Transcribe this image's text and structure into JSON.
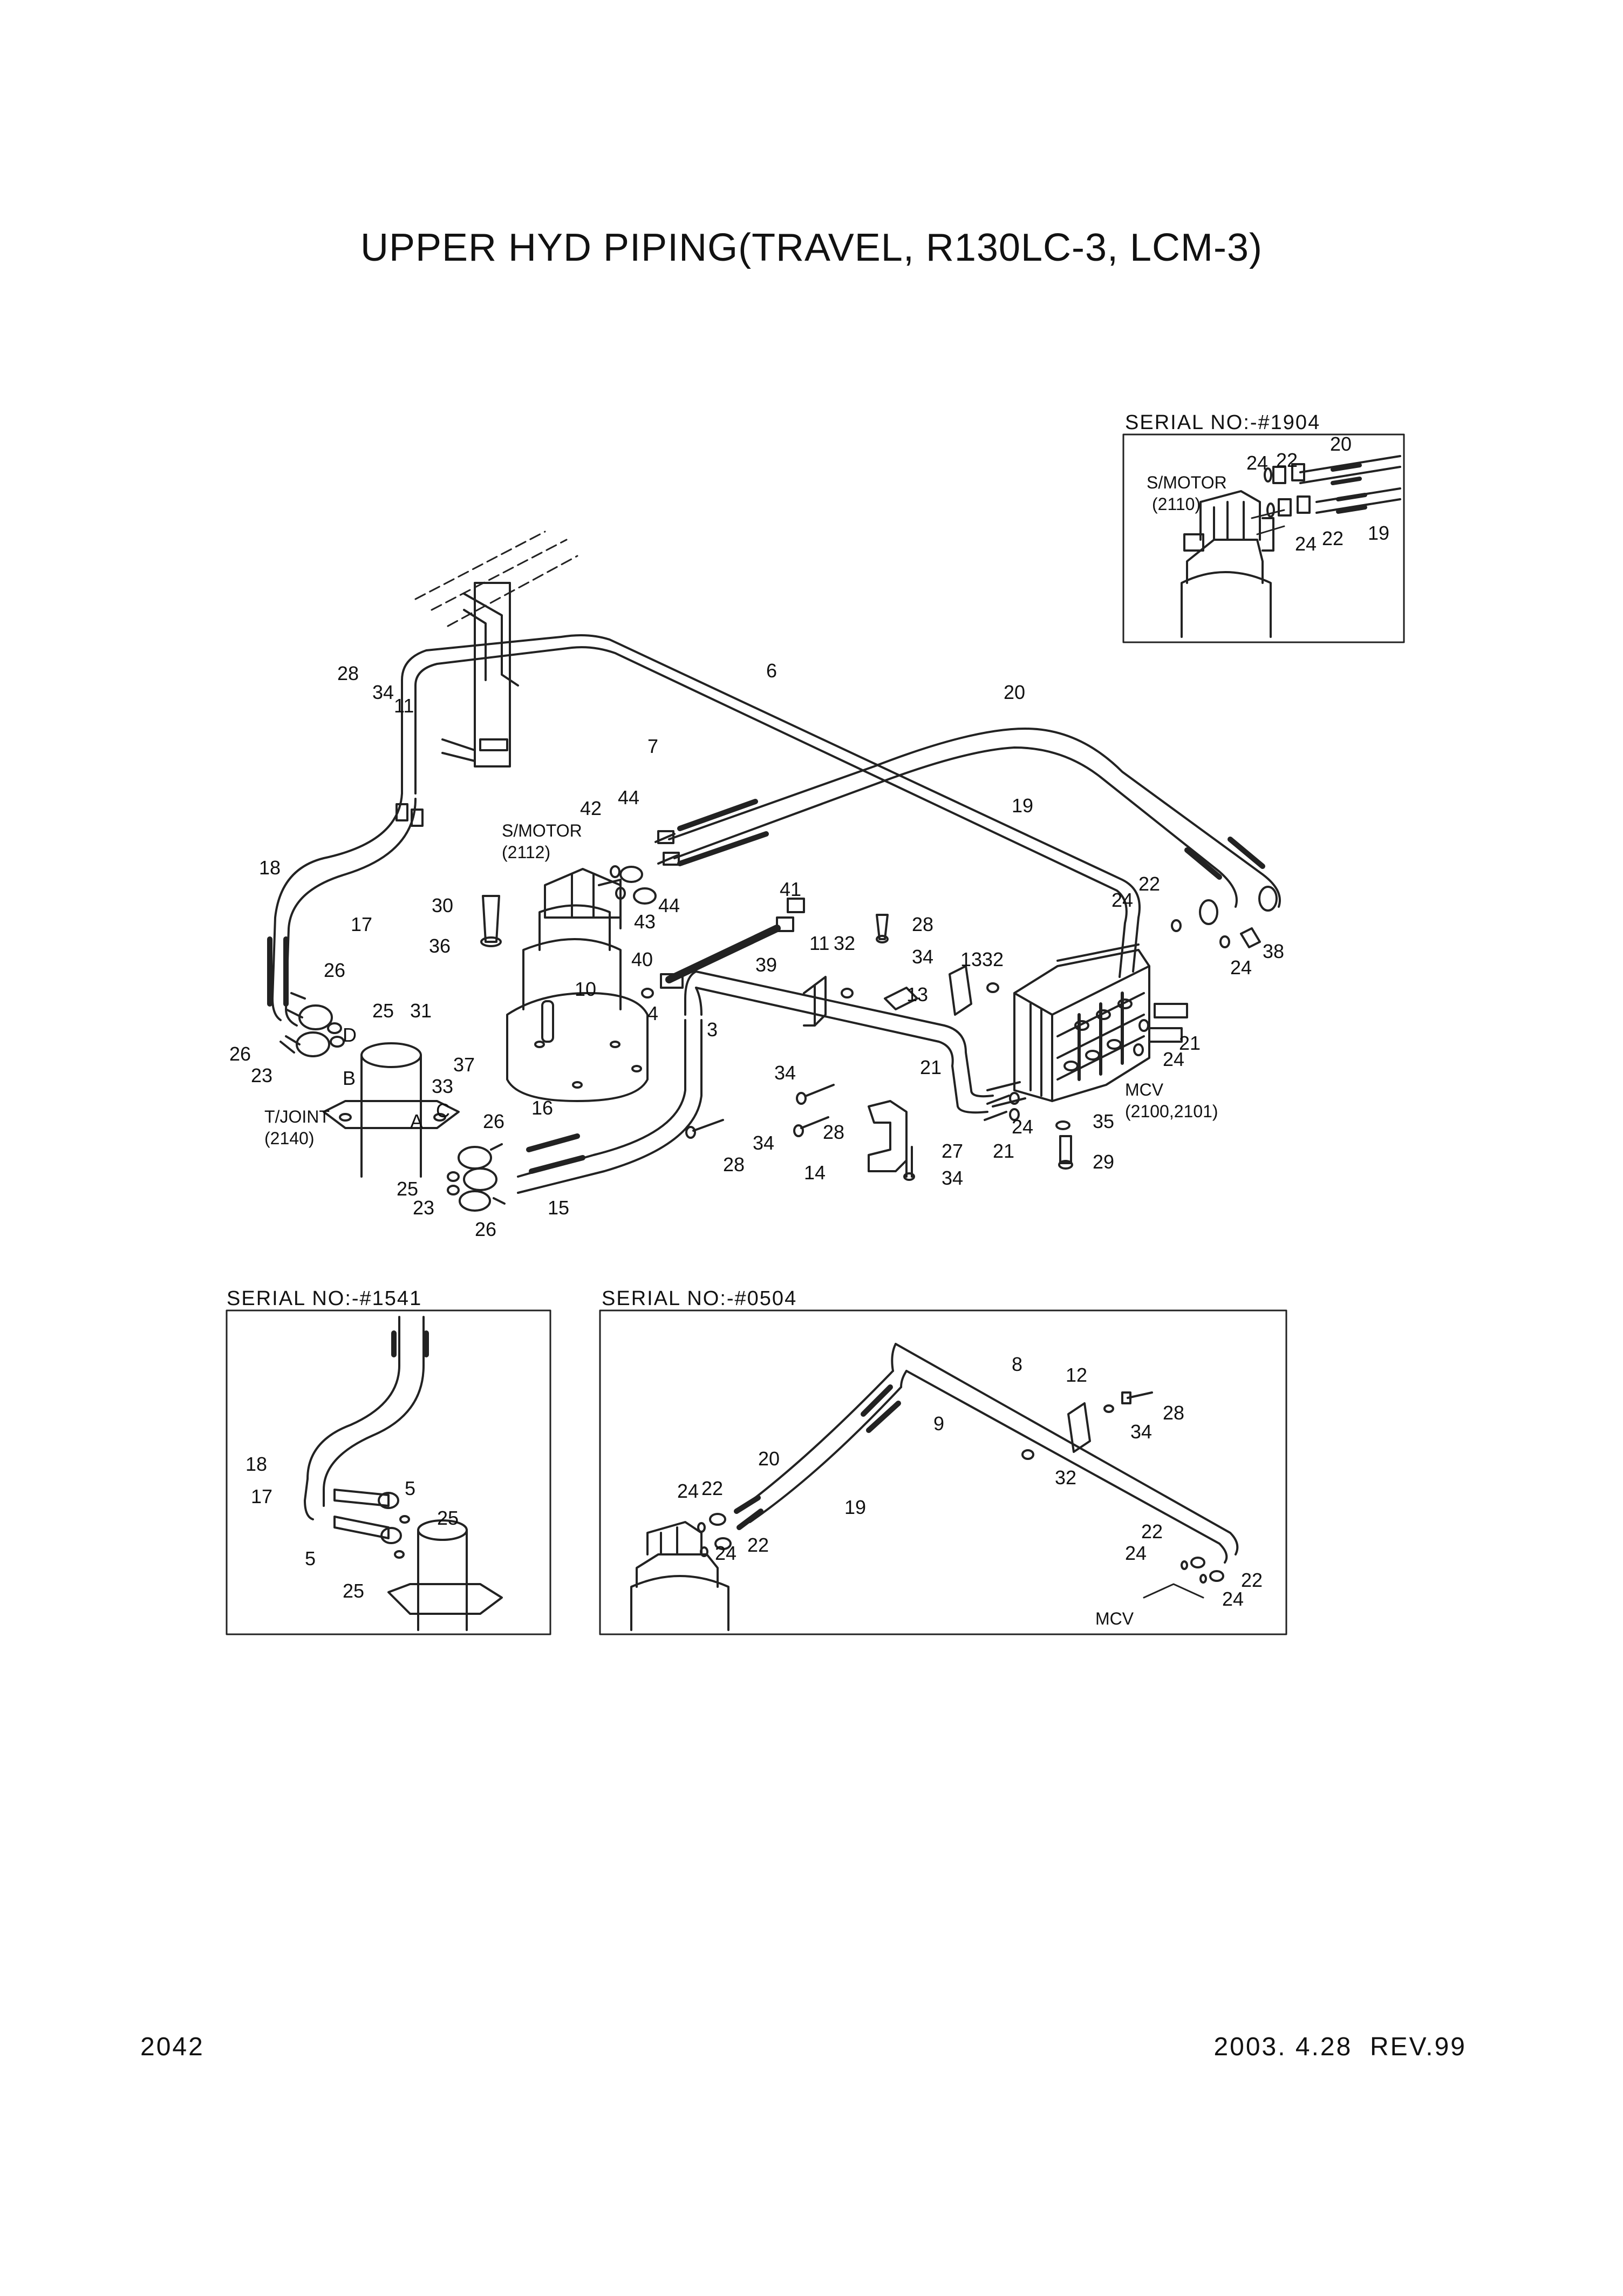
{
  "title": "UPPER HYD PIPING(TRAVEL, R130LC-3, LCM-3)",
  "footer": {
    "page_number": "2042",
    "date_rev": "2003. 4.28  REV.99"
  },
  "insets": {
    "top_right": {
      "header": "SERIAL NO:-#1904",
      "smotor_name": "S/MOTOR",
      "smotor_ref": "(2110)",
      "callouts": [
        "20",
        "24",
        "22",
        "19",
        "24",
        "22"
      ]
    },
    "bottom_left": {
      "header": "SERIAL NO:-#1541",
      "callouts": [
        "18",
        "17",
        "5",
        "5",
        "25",
        "25"
      ]
    },
    "bottom_right": {
      "header": "SERIAL NO:-#0504",
      "mcv_name": "MCV",
      "callouts": [
        "8",
        "9",
        "12",
        "28",
        "34",
        "32",
        "20",
        "19",
        "24",
        "22",
        "24",
        "22",
        "22",
        "24",
        "22",
        "24"
      ]
    }
  },
  "main": {
    "smotor_name": "S/MOTOR",
    "smotor_ref": "(2112)",
    "tjoint_name": "T/JOINT",
    "tjoint_ref": "(2140)",
    "mcv_name": "MCV",
    "mcv_ref": "(2100,2101)",
    "port_labels": [
      "A",
      "B",
      "C",
      "D"
    ],
    "callouts": [
      "28",
      "34",
      "11",
      "6",
      "7",
      "20",
      "19",
      "42",
      "44",
      "44",
      "43",
      "41",
      "18",
      "17",
      "30",
      "36",
      "26",
      "25",
      "26",
      "23",
      "31",
      "37",
      "33",
      "10",
      "40",
      "39",
      "4",
      "3",
      "11",
      "32",
      "28",
      "34",
      "13",
      "13",
      "32",
      "22",
      "24",
      "24",
      "38",
      "21",
      "24",
      "21",
      "24",
      "21",
      "34",
      "28",
      "28",
      "34",
      "27",
      "34",
      "14",
      "35",
      "29",
      "16",
      "15",
      "26",
      "25",
      "23",
      "26"
    ]
  }
}
